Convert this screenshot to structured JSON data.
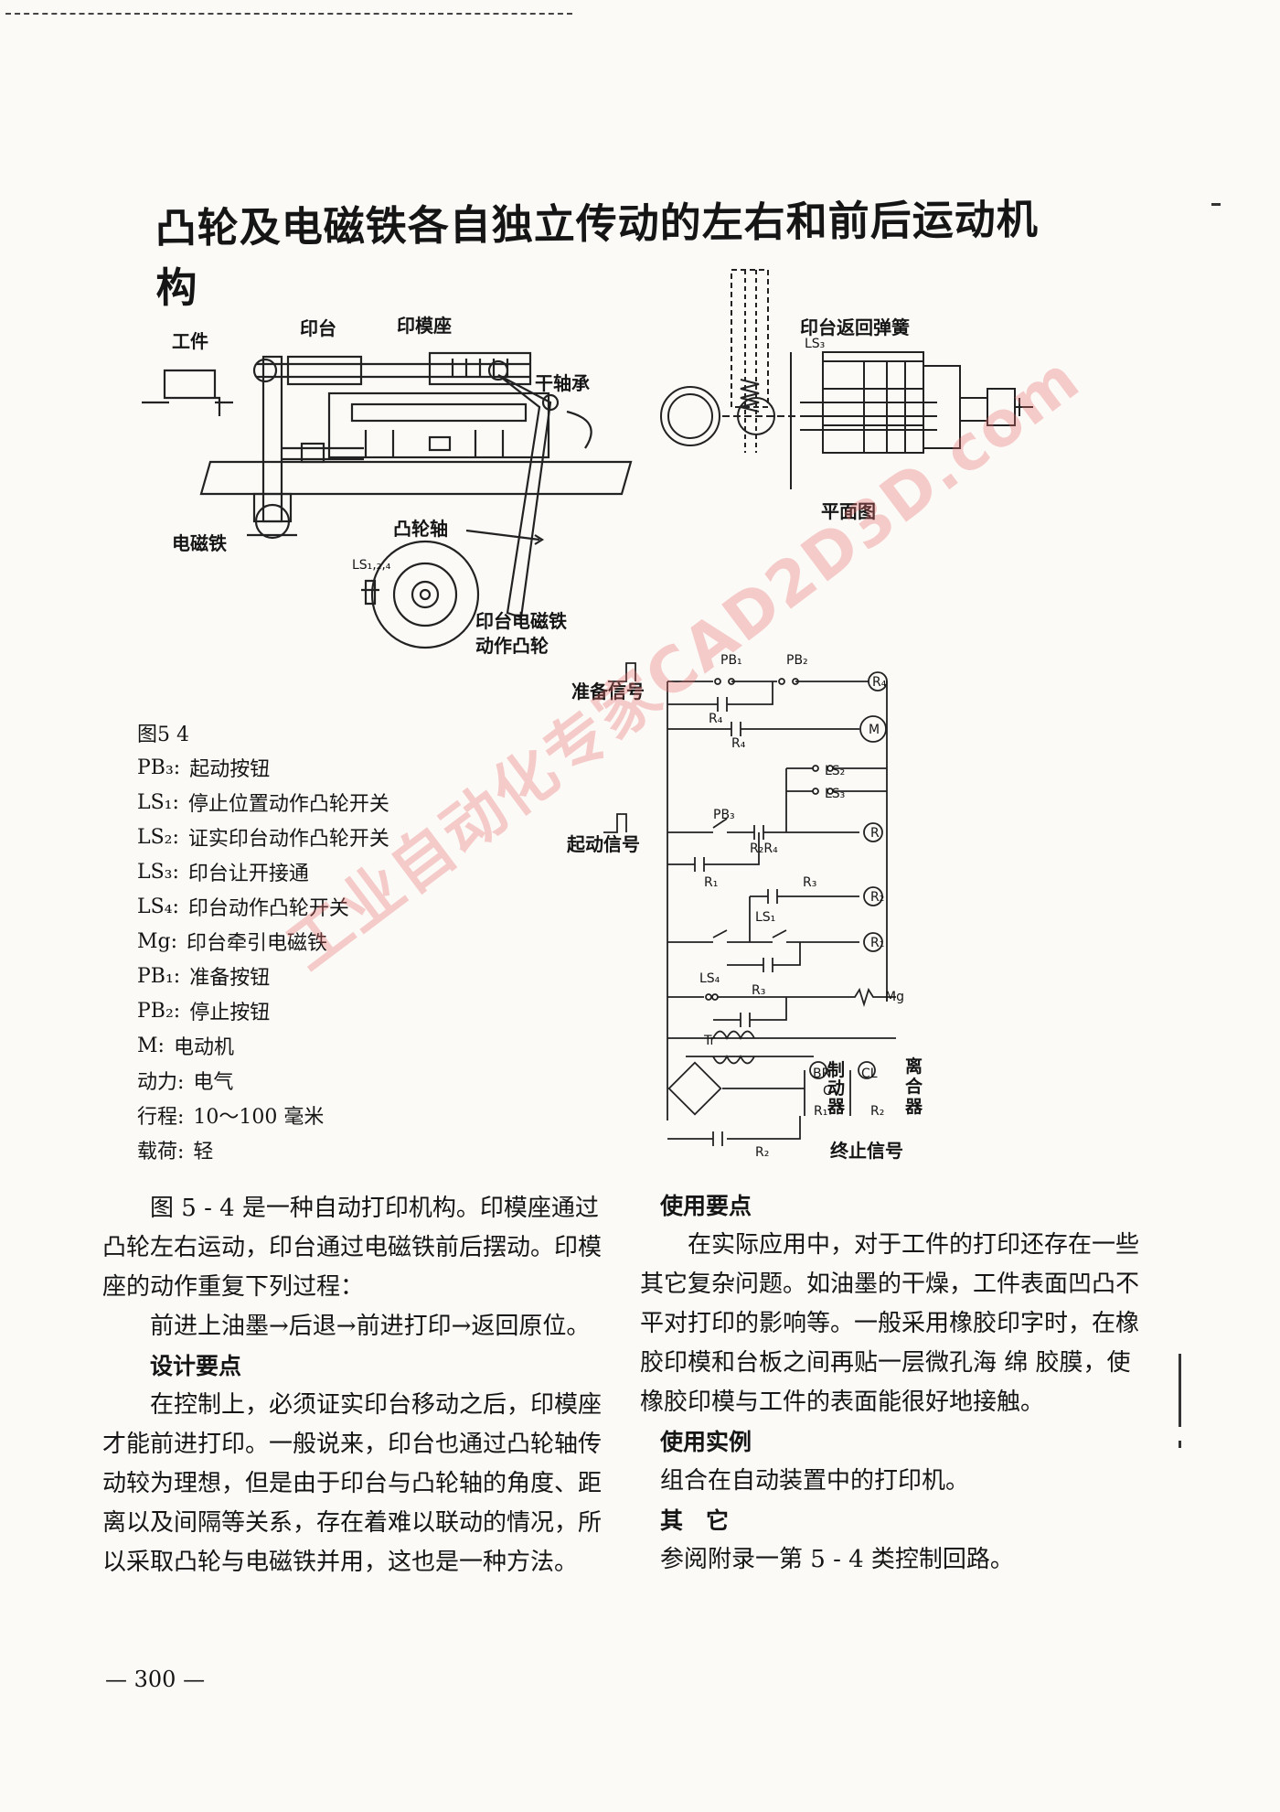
{
  "title": "凸轮及电磁铁各自独立传动的左右和前后运动机构",
  "mechanism_labels": {
    "workpiece": "工件",
    "print_table": "印台",
    "die_seat": "印模座",
    "dry_bearing": "干轴承",
    "magnet": "电磁铁",
    "cam_shaft": "凸轮轴",
    "ls_cam": "LS₁,₂,₄",
    "cam_line1": "印台电磁铁",
    "cam_line2": "动作凸轮"
  },
  "plan_labels": {
    "spring": "印台返回弹簧",
    "ls3": "LS₃",
    "plan_view": "平面图"
  },
  "circuit_labels": {
    "ready_signal": "准备信号",
    "start_signal": "起动信号",
    "stop_signal": "终止信号",
    "pb1": "PB₁",
    "pb2": "PB₂",
    "pb3": "PB₃",
    "r4": "R₄",
    "r4b": "R₄",
    "r4c": "R₄",
    "m": "M",
    "ls2": "LS₂",
    "ls3": "LS₃",
    "r_coil": "R",
    "r2r4": "R₂R₄",
    "r1": "R₁",
    "r3": "R₃",
    "r2": "R₂",
    "ls1": "LS₁",
    "r1b": "R₁",
    "ls4": "LS₄",
    "r3b": "R₃",
    "mg": "Mg",
    "tr": "Tr",
    "cv": "CV",
    "br": "BR",
    "cl": "CL",
    "brake": "制动器",
    "clutch": "离合器",
    "r1c": "R₁",
    "r2c": "R₂",
    "r2d": "R₂"
  },
  "legend": {
    "fig": "图5 4",
    "items": [
      {
        "k": "PB₃:",
        "v": "起动按钮"
      },
      {
        "k": "LS₁:",
        "v": "停止位置动作凸轮开关"
      },
      {
        "k": "LS₂:",
        "v": "证实印台动作凸轮开关"
      },
      {
        "k": "LS₃:",
        "v": "印台让开接通"
      },
      {
        "k": "LS₄:",
        "v": "印台动作凸轮开关"
      },
      {
        "k": "Mg:",
        "v": "印台牵引电磁铁"
      },
      {
        "k": "PB₁:",
        "v": "准备按钮"
      },
      {
        "k": "PB₂:",
        "v": "停止按钮"
      },
      {
        "k": "M:",
        "v": "电动机"
      },
      {
        "k": "动力:",
        "v": "电气"
      },
      {
        "k": "行程:",
        "v": "10～100 毫米"
      },
      {
        "k": "载荷:",
        "v": "轻"
      }
    ]
  },
  "left_col": {
    "p1": "图 5 - 4 是一种自动打印机构。印模座通过凸轮左右运动，印台通过电磁铁前后摆动。印模座的动作重复下列过程：",
    "p2": "前进上油墨→后退→前进打印→返回原位。",
    "h1": "设计要点",
    "p3": "在控制上，必须证实印台移动之后，印模座才能前进打印。一般说来，印台也通过凸轮轴传动较为理想，但是由于印台与凸轮轴的角度、距离以及间隔等关系，存在着难以联动的情况，所以采取凸轮与电磁铁并用，这也是一种方法。"
  },
  "right_col": {
    "h1": "使用要点",
    "p1": "在实际应用中，对于工件的打印还存在一些其它复杂问题。如油墨的干燥，工件表面凹凸不平对打印的影响等。一般采用橡胶印字时，在橡胶印模和台板之间再贴一层微孔海 绵 胶膜，使橡胶印模与工件的表面能很好地接触。",
    "h2": "使用实例",
    "p2": "组合在自动装置中的打印机。",
    "h3": "其　它",
    "p3": "参阅附录一第 5 - 4 类控制回路。"
  },
  "page_number": "— 300 —",
  "watermark": "工业自动化专家CAD2D3D.com"
}
